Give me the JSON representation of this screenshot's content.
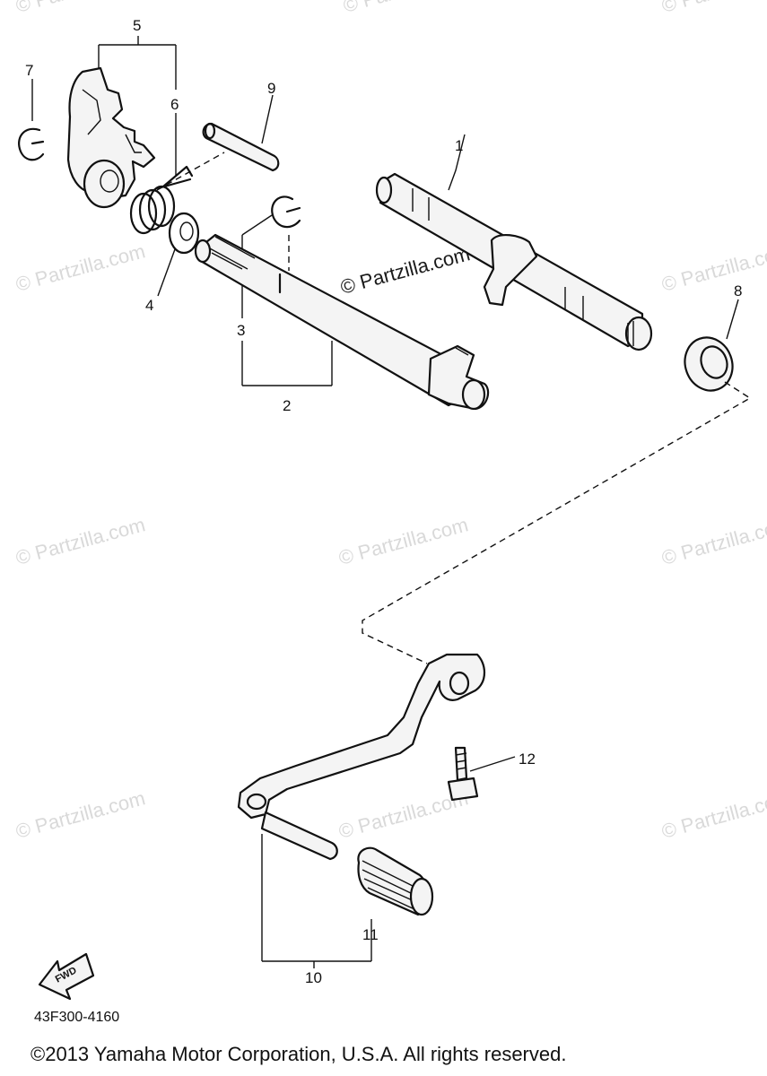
{
  "diagram": {
    "watermark": "© Partzilla.com",
    "callouts": [
      "1",
      "2",
      "3",
      "4",
      "5",
      "6",
      "7",
      "8",
      "9",
      "10",
      "11",
      "12"
    ],
    "fwd_label": "FWD",
    "ref_code": "43F300-4160",
    "copyright": "©2013 Yamaha Motor Corporation, U.S.A. All rights reserved."
  }
}
